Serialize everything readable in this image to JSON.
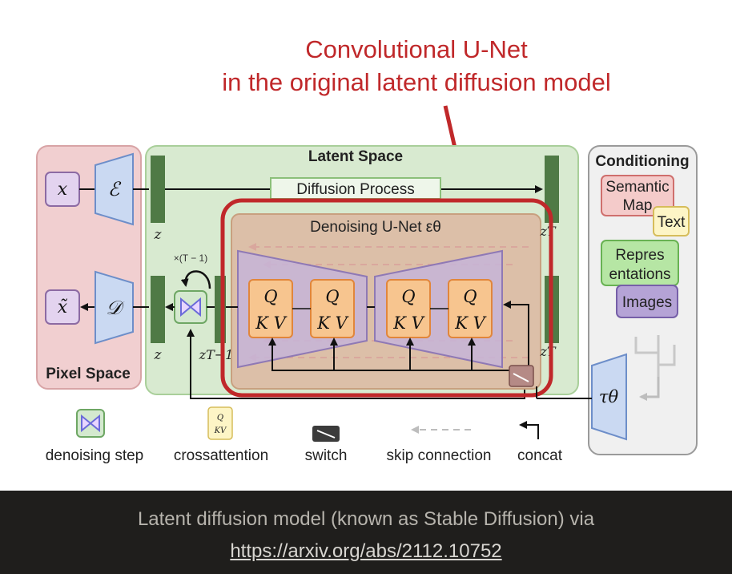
{
  "annotation": {
    "line1": "Convolutional U-Net",
    "line2": "in the original latent diffusion model",
    "color": "#c0282a"
  },
  "pixel_space": {
    "label": "Pixel Space",
    "x": "x",
    "encoder": "ℰ",
    "decoder": "𝒟",
    "x_tilde": "x̃"
  },
  "latent_space": {
    "label": "Latent Space",
    "diffusion_process": "Diffusion Process",
    "z": "z",
    "z_top": "z",
    "z_bottom": "z",
    "z_t_top": "zT",
    "z_t_bottom": "zT",
    "z_t_minus_1": "zT−1",
    "repeat": "×(T − 1)"
  },
  "unet": {
    "label": "Denoising U-Net εθ",
    "blocks": [
      {
        "q": "Q",
        "kv": "K V"
      },
      {
        "q": "Q",
        "kv": "K V"
      },
      {
        "q": "Q",
        "kv": "K V"
      },
      {
        "q": "Q",
        "kv": "K V"
      }
    ]
  },
  "conditioning": {
    "label": "Conditioning",
    "semantic_map": "Semantic Map",
    "text": "Text",
    "representations": "Repres entations",
    "images": "Images",
    "tau": "τθ"
  },
  "legend": {
    "denoising_step": "denoising step",
    "crossattention": "crossattention",
    "switch": "switch",
    "skip_connection": "skip connection",
    "concat": "concat",
    "cross_q": "Q",
    "cross_kv": "KV"
  },
  "caption": {
    "text": "Latent diffusion model (known as Stable Diffusion) via",
    "link": "https://arxiv.org/abs/2112.10752"
  }
}
